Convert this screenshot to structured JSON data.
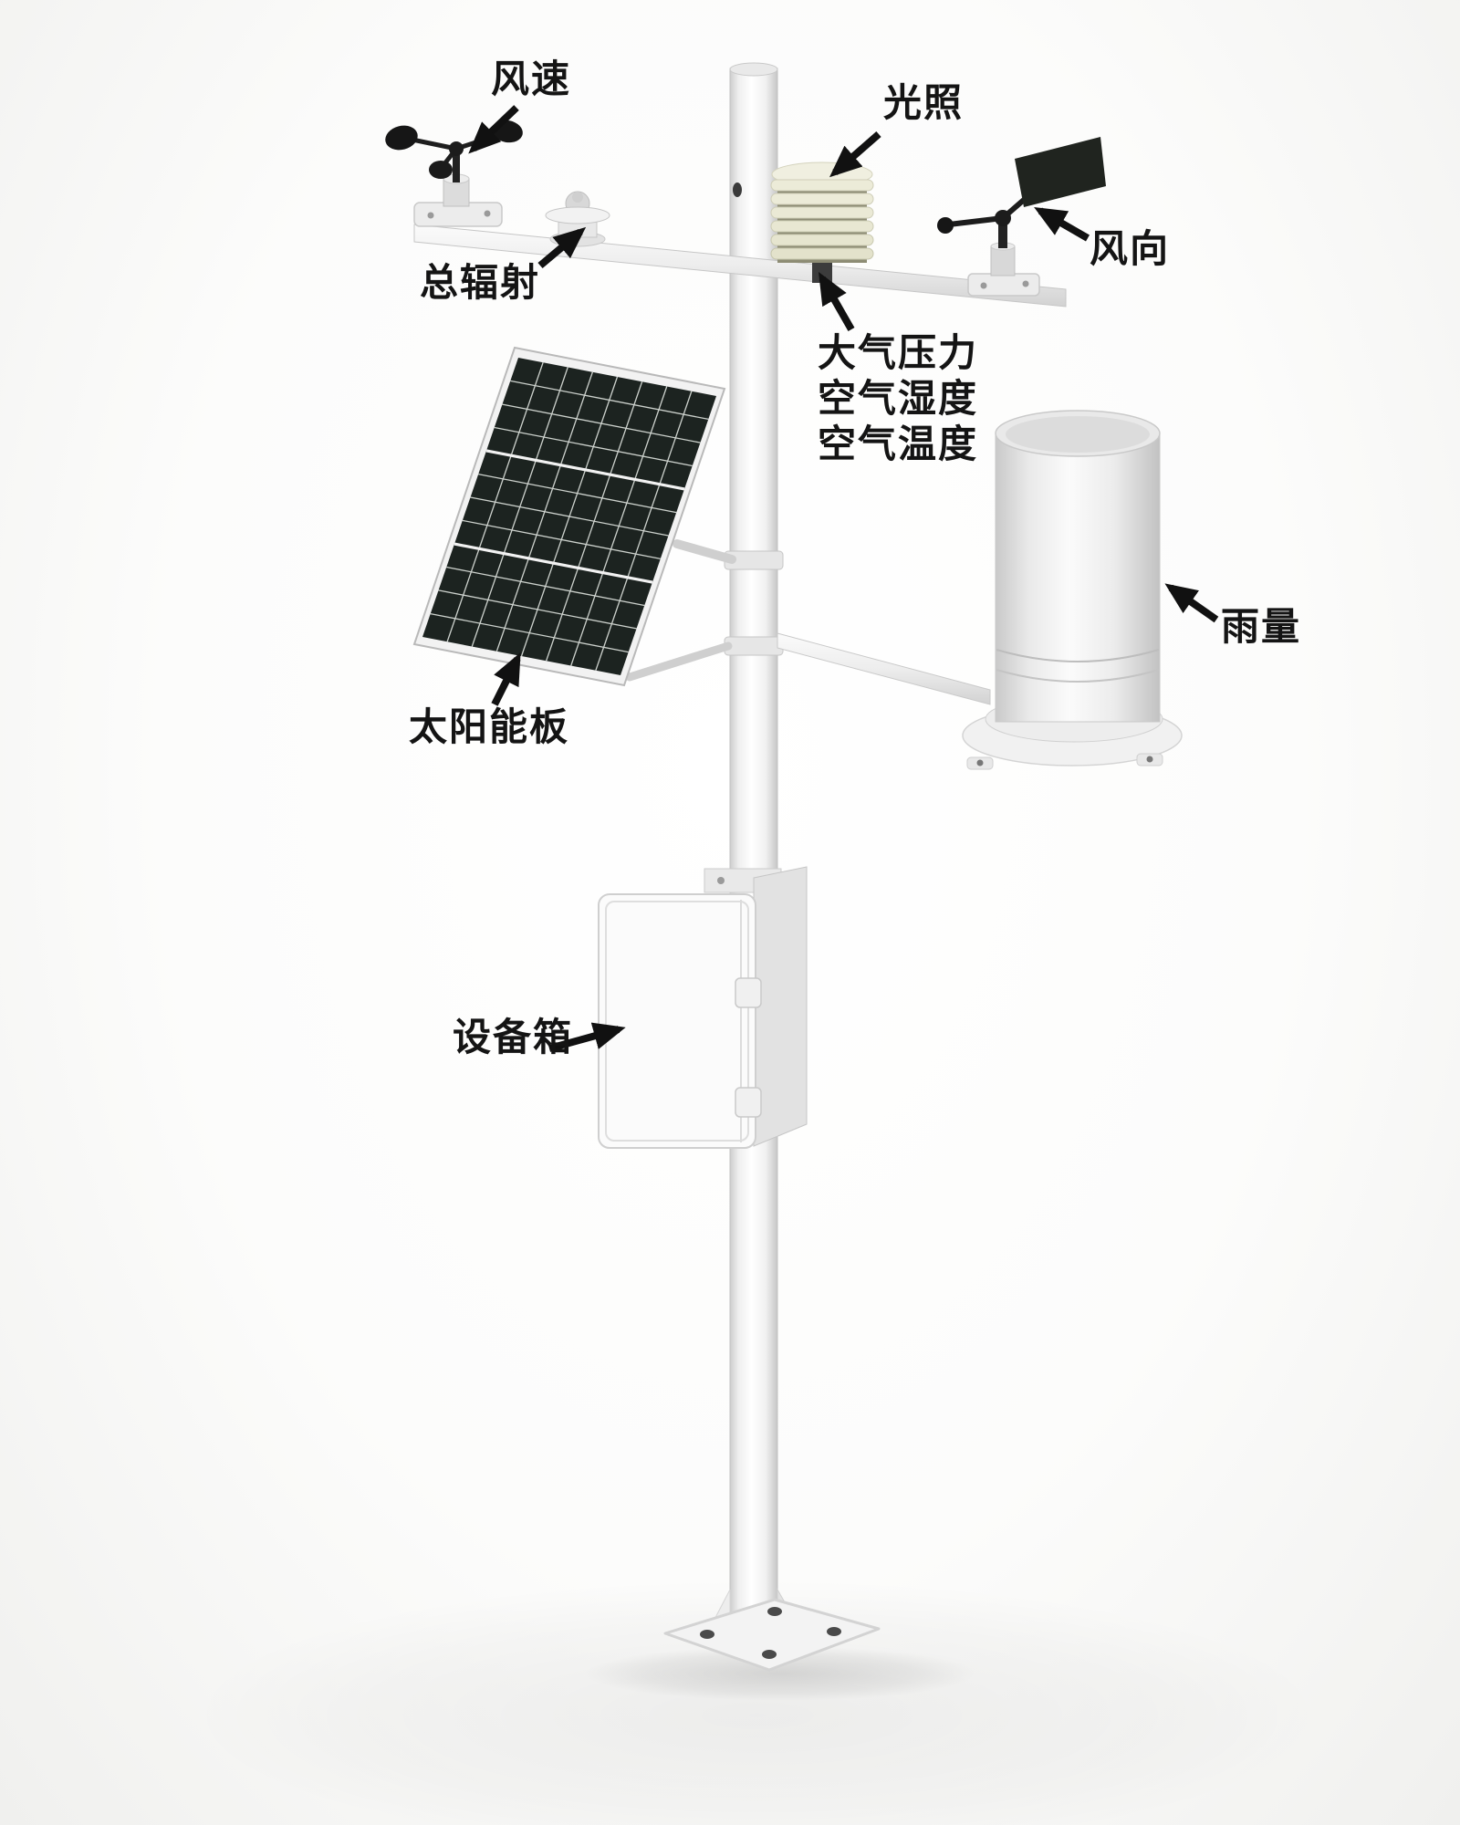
{
  "diagram": {
    "type": "annotated-product-illustration",
    "subject": "automatic-weather-station",
    "labels": {
      "wind_speed": {
        "text": "风速"
      },
      "illumination": {
        "text": "光照"
      },
      "total_radiation": {
        "text": "总辐射"
      },
      "wind_direction": {
        "text": "风向"
      },
      "atmos_block": {
        "line1": "大气压力",
        "line2": "空气湿度",
        "line3": "空气温度"
      },
      "rainfall": {
        "text": "雨量"
      },
      "solar_panel": {
        "text": "太阳能板"
      },
      "equipment_box": {
        "text": "设备箱"
      }
    },
    "components": [
      "anemometer",
      "pyranometer",
      "radiation-shield",
      "wind-vane",
      "solar-panel",
      "rain-gauge",
      "equipment-box",
      "mounting-pole",
      "base-plate"
    ],
    "colors": {
      "label_text": "#141414",
      "arrow": "#111111",
      "pole_white": "#f7f7f7",
      "metal_gray": "#e6e6e6",
      "shield_cream": "#ecebd8",
      "panel_cells": "#1c2320",
      "sensor_black": "#1c1c1c"
    }
  }
}
